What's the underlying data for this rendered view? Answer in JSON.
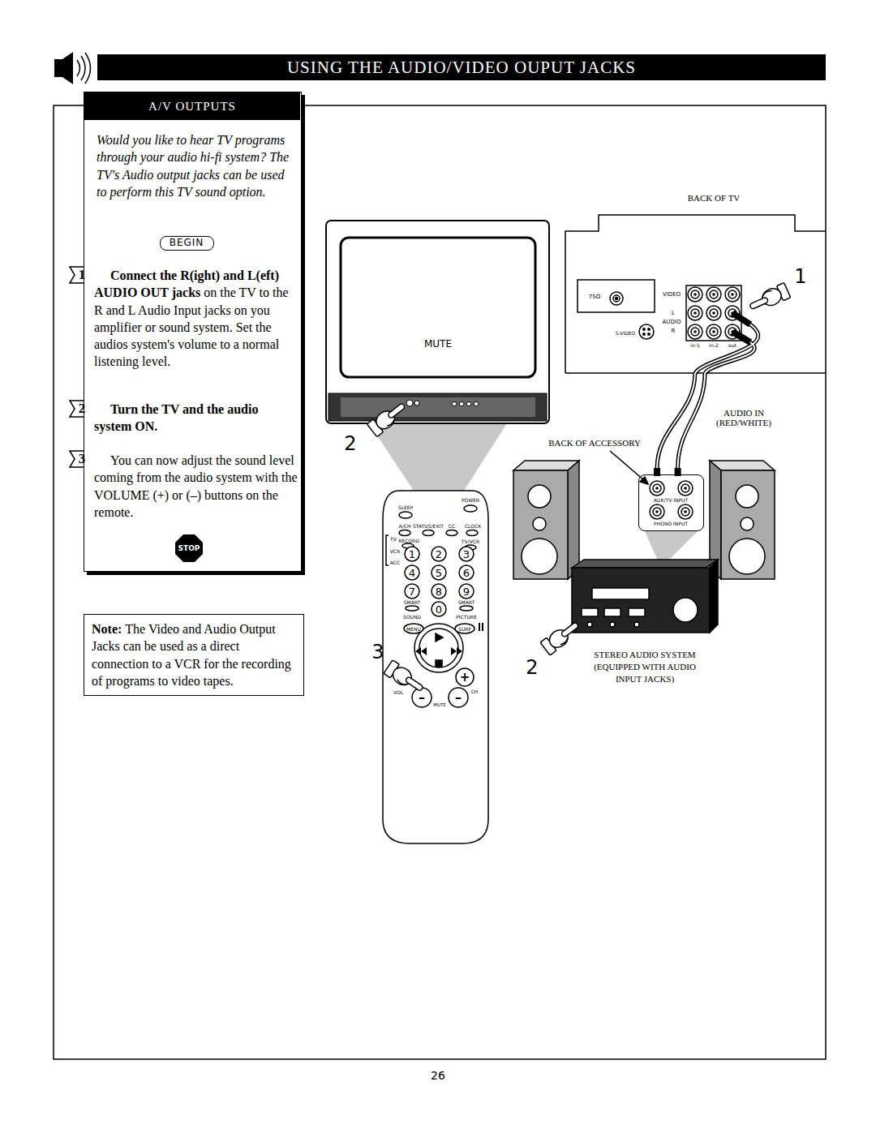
{
  "diagram": {
    "title": "USING THE AUDIO/VIDEO OUPUT JACKS",
    "nodes": [
      {
        "text": [
          "A/V OUTPUTS",
          "Would you like to hear TV programs through your audio hi-fi system? The TV's Audio output jacks can be used to perform this TV sound option.",
          "Connect the R(ight) and L(eft) AUDIO OUT jacks",
          "on the TV to the R and L Audio Input jacks on you amplifier or sound system. Set the audios system's volume to a normal listening level.",
          "Turn the TV and the audio system ON.",
          "You can now adjust the sound level coming from the audio system with the VOLUME (+) or (–) buttons on the remote."
        ]
      },
      {
        "text": [
          "BEGIN"
        ],
        "in": 0
      },
      {
        "text": [
          "STOP"
        ],
        "in": 0
      },
      {
        "text": [
          "Note:",
          "The Video and Audio Output Jacks can be used as a direct connection to a VCR for the recording of programs to video tapes."
        ]
      },
      {
        "text": [
          "BACK OF TV"
        ]
      },
      {
        "text": [
          "MUTE"
        ]
      },
      {
        "text": [
          "AUX/TV INPUT",
          "PHONO INPUT"
        ]
      },
      {
        "text": [
          "STEREO AUDIO SYSTEM (EQUIPPED WITH AUDIO INPUT JACKS)"
        ]
      }
    ],
    "edges": [
      {
        "from": 4,
        "to": 6,
        "arrow": "none"
      }
    ],
    "labels": [
      "1",
      "2",
      "3",
      "75Ω",
      "VIDEO",
      "L",
      "AUDIO",
      "S-VIDEO",
      "R",
      "in-1",
      "in-2",
      "out",
      "1",
      "AUDIO IN (RED/WHITE)",
      "2",
      "BACK OF ACCESSORY",
      "POWER",
      "SLEEP",
      "A/CH",
      "STATUS/EXIT",
      "CC",
      "CLOCK",
      "TV",
      "RECORD",
      "TV/VCR",
      "VCR",
      "ACC",
      "1",
      "2",
      "3",
      "4",
      "5",
      "6",
      "7",
      "8",
      "9",
      "SMART",
      "SMART",
      "0",
      "SOUND",
      "PICTURE",
      "MENU",
      "SURF",
      "3",
      "2",
      "VOL",
      "CH",
      "MUTE",
      "+",
      "–",
      "–",
      "26"
    ]
  }
}
